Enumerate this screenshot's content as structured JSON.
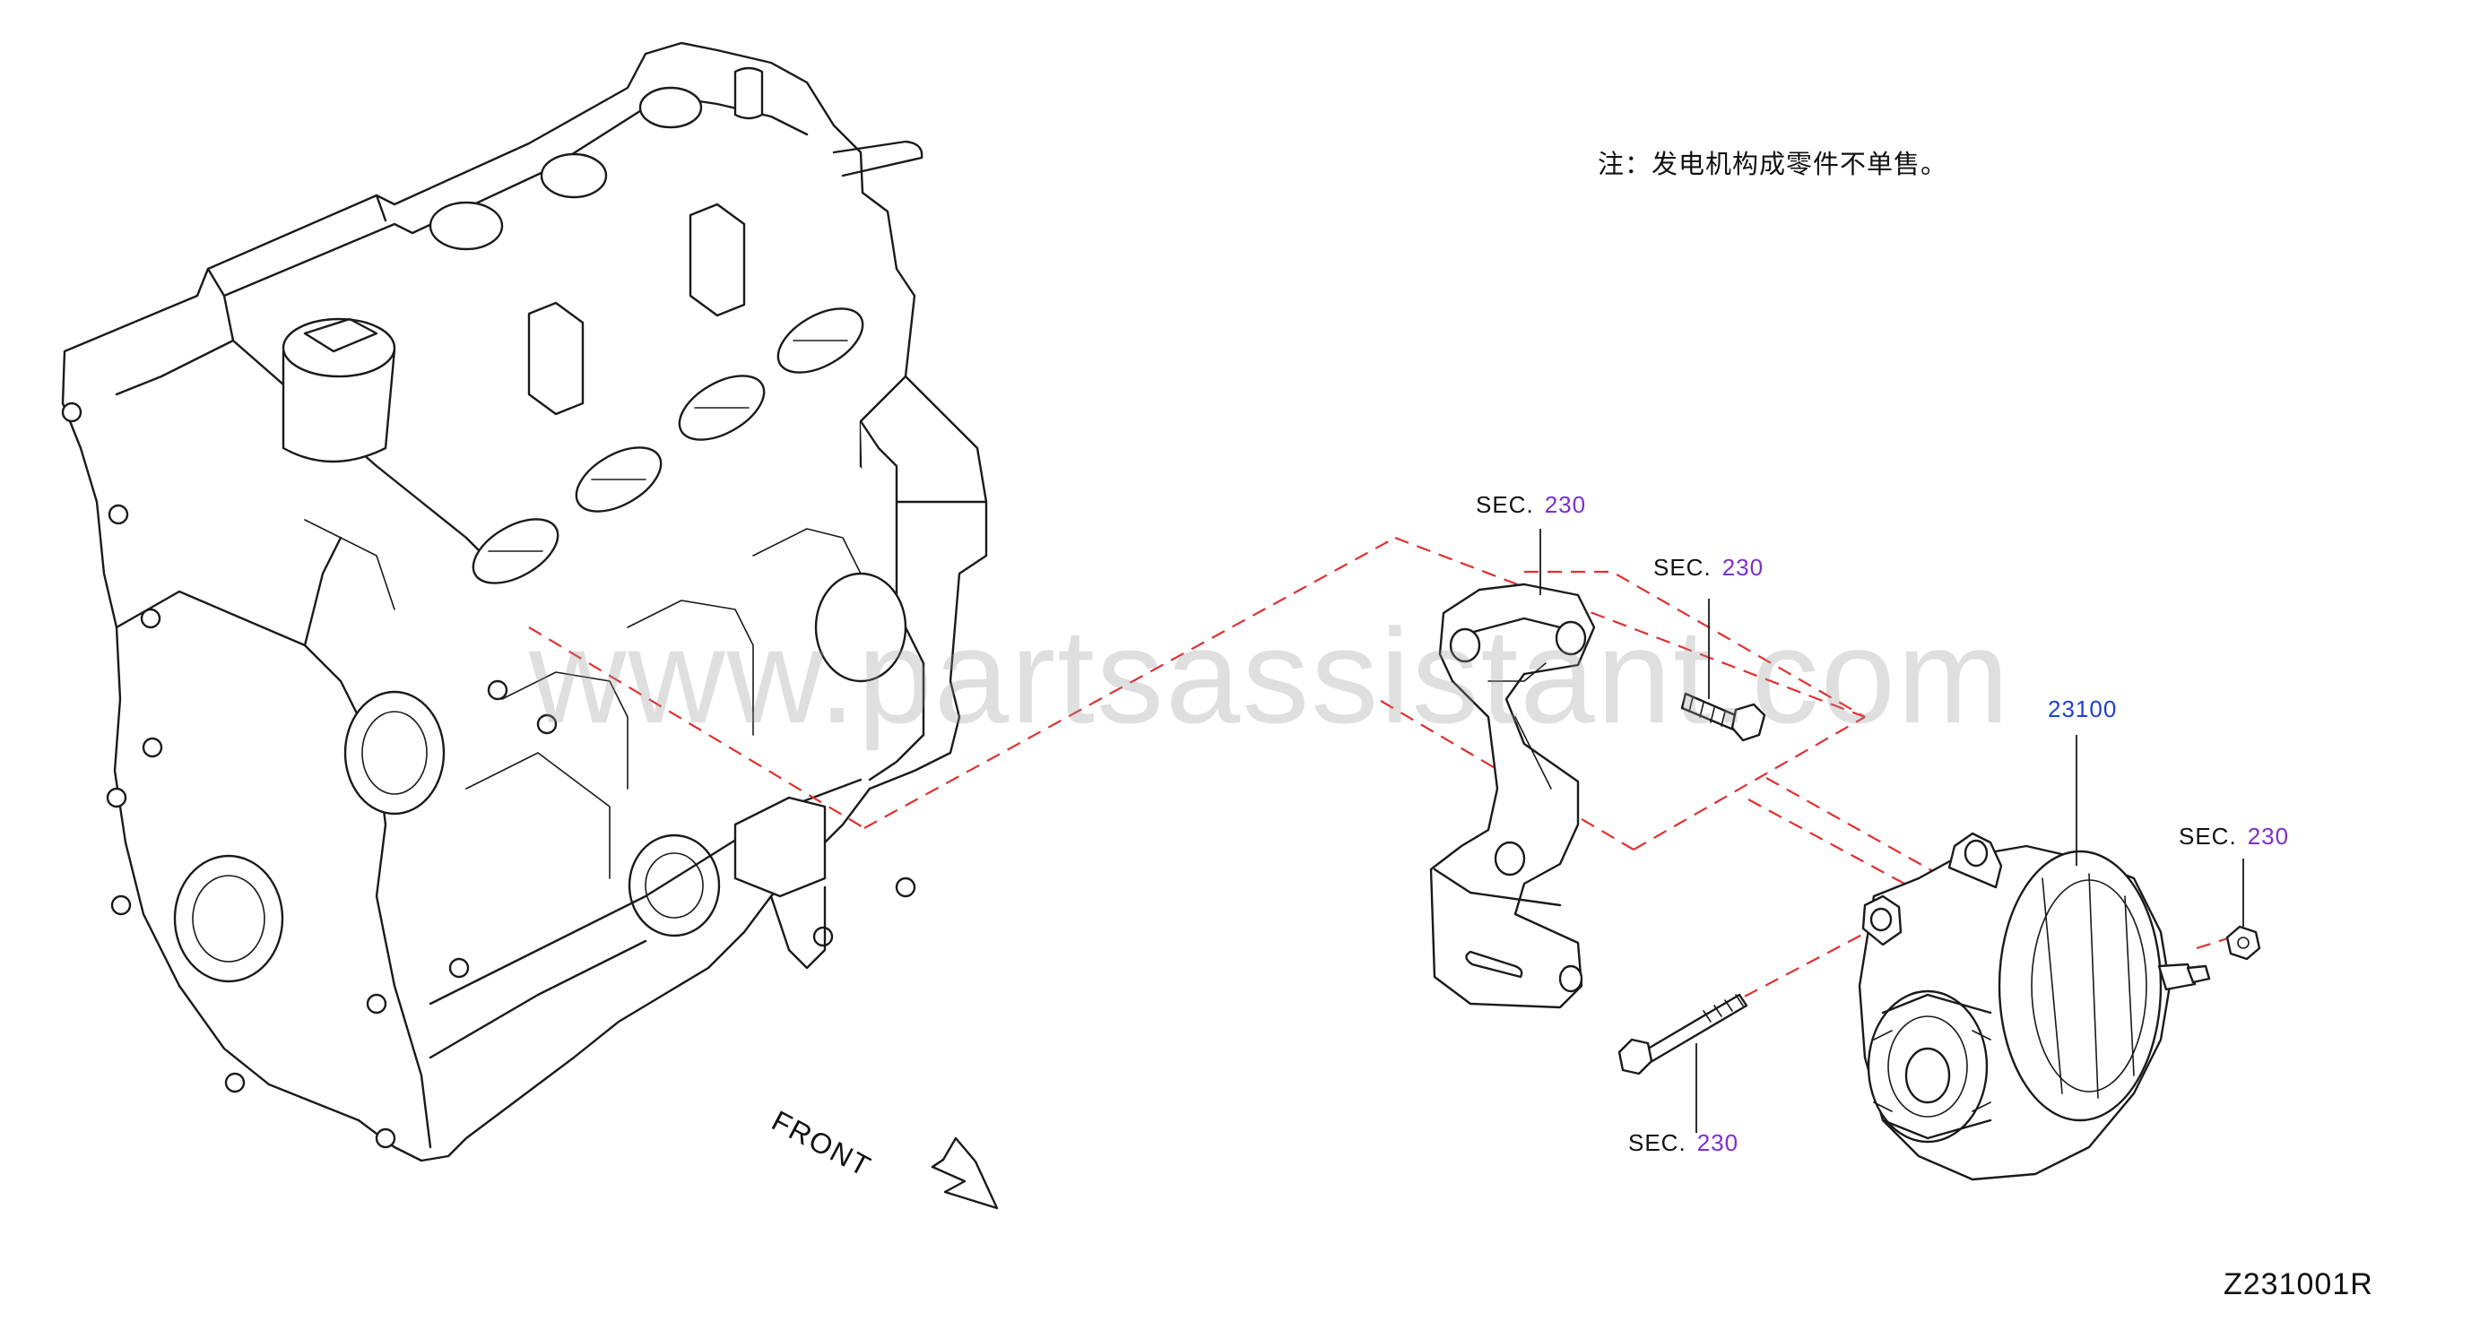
{
  "note": "注：发电机构成零件不单售。",
  "diagram_code": "Z231001R",
  "front_label": "FRONT",
  "watermark": "www.partsassistant.com",
  "callouts": [
    {
      "id": "sec-bracket",
      "prefix": "SEC.",
      "number": "230"
    },
    {
      "id": "sec-bolt-short",
      "prefix": "SEC.",
      "number": "230"
    },
    {
      "id": "sec-nut",
      "prefix": "SEC.",
      "number": "230"
    },
    {
      "id": "sec-bolt-long",
      "prefix": "SEC.",
      "number": "230"
    }
  ],
  "part_number": "23100",
  "colors": {
    "line": "#1a1a1a",
    "dashed_guides": "#e03030",
    "section_ref": "#7a2fd0",
    "part_number": "#1d3fd6",
    "watermark": "#969696"
  }
}
